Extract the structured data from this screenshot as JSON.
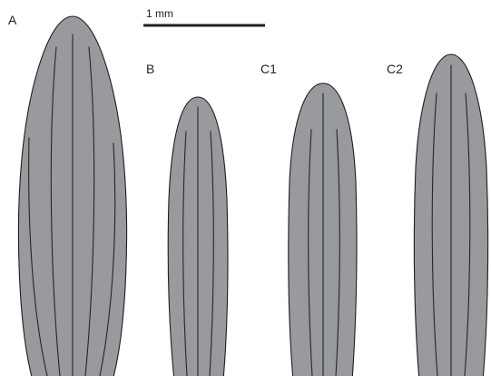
{
  "colors": {
    "leaf_fill": "#989a9d",
    "outline": "#1e1e1e",
    "text": "#231f20",
    "background": "#ffffff"
  },
  "scale_bar": {
    "label": "1 mm"
  },
  "panels": [
    {
      "id": "A",
      "label": "A"
    },
    {
      "id": "B",
      "label": "B"
    },
    {
      "id": "C1",
      "label": "C1"
    },
    {
      "id": "C2",
      "label": "C2"
    }
  ]
}
